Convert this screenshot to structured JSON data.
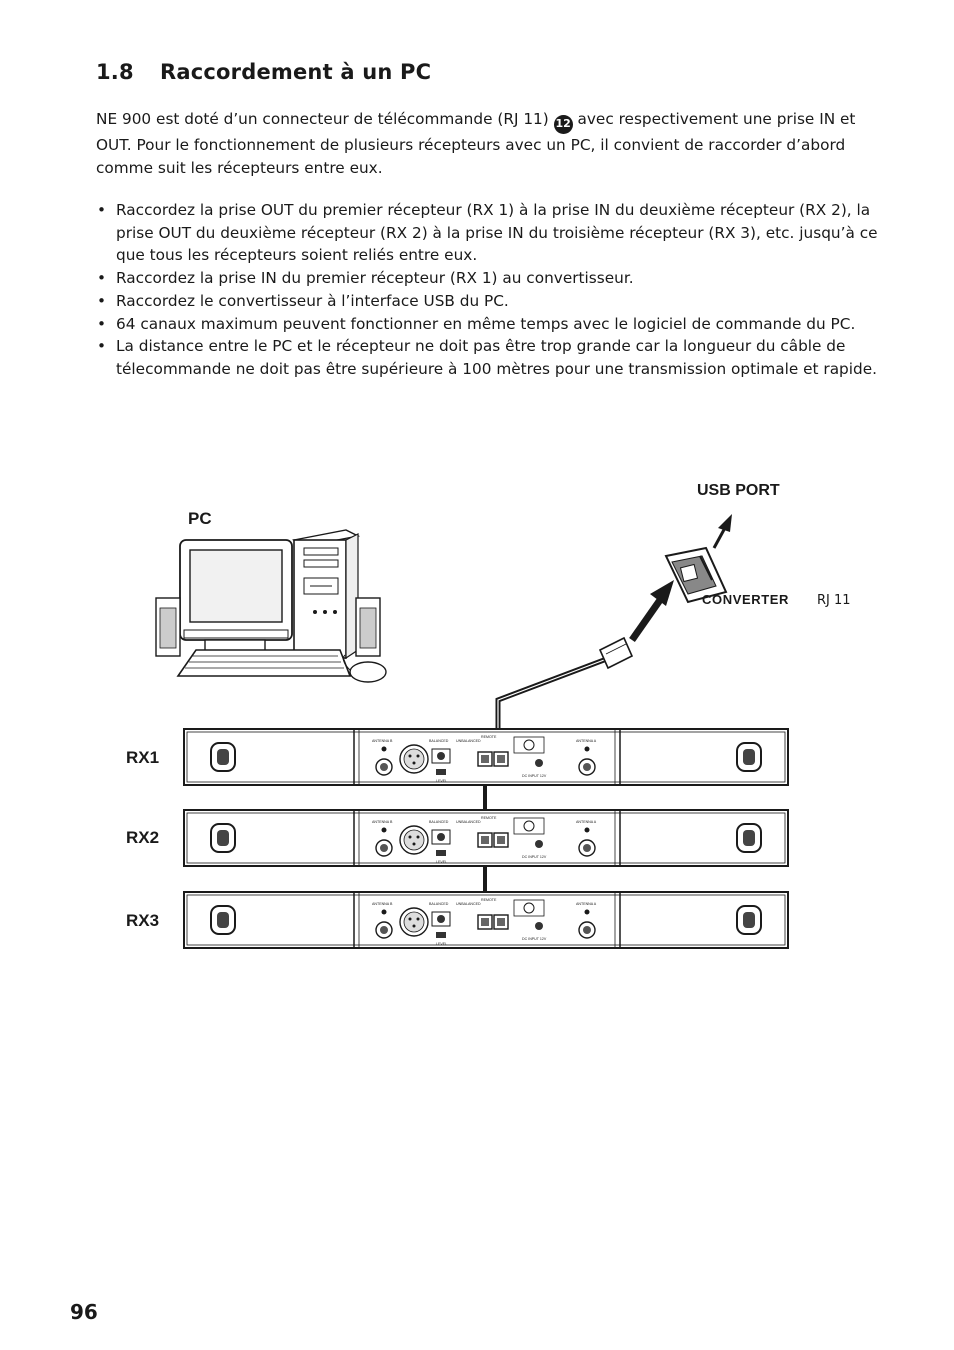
{
  "section": {
    "number": "1.8",
    "title": "Raccordement à un PC"
  },
  "intro": {
    "before_badge": "NE 900 est doté d’un connecteur de télécommande (RJ 11) ",
    "badge": "12",
    "after_badge": " avec respectivement une prise IN et OUT. Pour le fonctionnement de plusieurs récepteurs avec un PC, il convient de raccorder d’abord comme suit les récepteurs entre eux."
  },
  "bullets": [
    "Raccordez la prise OUT du premier récepteur (RX 1) à la prise IN du deuxième récepteur (RX 2), la prise OUT du deuxième récepteur (RX 2) à la prise IN du troisième récepteur (RX 3), etc. jusqu’à ce que tous les récepteurs soient reliés entre eux.",
    "Raccordez la prise IN du premier récepteur (RX 1) au convertisseur.",
    "Raccordez le convertisseur à l’interface USB du PC.",
    "64 canaux maximum peuvent fonctionner en même temps avec le logiciel de commande du PC.",
    "La distance entre le PC et le récepteur ne doit pas être trop grande car la longueur du câble de télecommande ne doit pas être supérieure à 100 mètres pour une transmission optimale et rapide."
  ],
  "diagram": {
    "pc_label": "PC",
    "usb_label": "USB PORT",
    "converter_label": "CONVERTER",
    "rj11_label": "RJ 11",
    "receivers": [
      "RX1",
      "RX2",
      "RX3"
    ],
    "panel_labels": {
      "antenna_b": "ANTENNA B",
      "antenna_a": "ANTENNA A",
      "balanced": "BALANCED",
      "unbalanced": "UNBALANCED",
      "remote": "REMOTE",
      "level": "LEVEL",
      "dc_input": "DC INPUT 12V"
    }
  },
  "page_number": "96"
}
